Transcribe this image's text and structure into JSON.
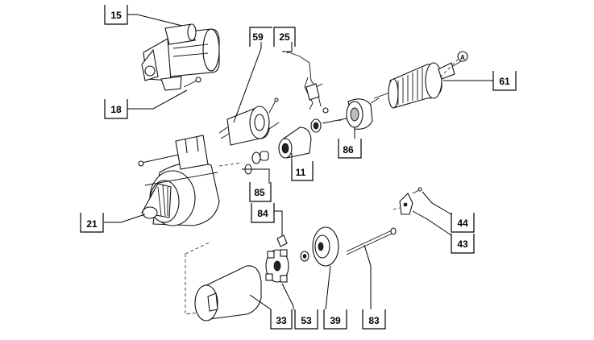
{
  "diagram": {
    "callouts": {
      "c15": "15",
      "c18": "18",
      "c59": "59",
      "c25": "25",
      "c61": "61",
      "c86": "86",
      "c11": "11",
      "c85": "85",
      "c21": "21",
      "c84": "84",
      "c44": "44",
      "c43": "43",
      "c33": "33",
      "c53": "53",
      "c39": "39",
      "c83": "83"
    },
    "reference_marker": "A"
  }
}
